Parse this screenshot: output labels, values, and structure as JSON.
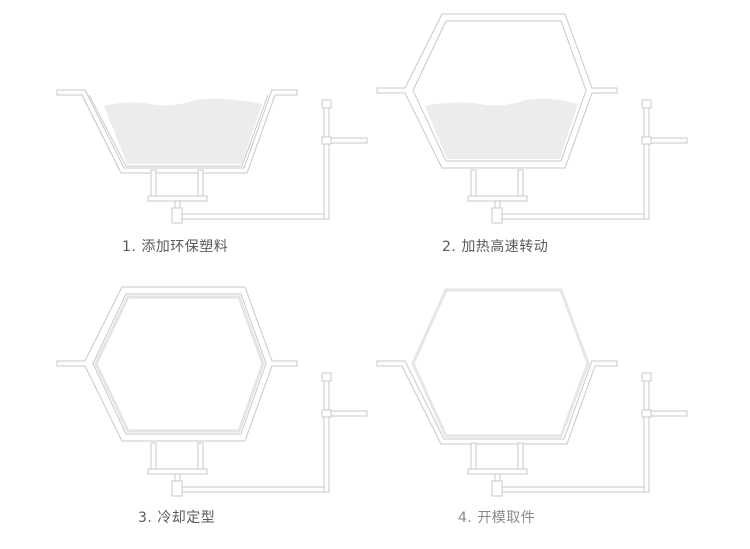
{
  "steps": [
    {
      "number": "1.",
      "label": "添加环保塑料",
      "state": "basin-with-powder"
    },
    {
      "number": "2.",
      "label": "加热高速转动",
      "state": "closed-mold-with-powder"
    },
    {
      "number": "3.",
      "label": "冷却定型",
      "state": "closed-mold-formed-shell"
    },
    {
      "number": "4.",
      "label": "开模取件",
      "state": "open-mold-part-removed"
    }
  ],
  "colors": {
    "line": "#c8c8c8",
    "powder": "#ececec",
    "shell": "#e4e4e4",
    "text": "#5a5a5a",
    "background": "#ffffff"
  }
}
